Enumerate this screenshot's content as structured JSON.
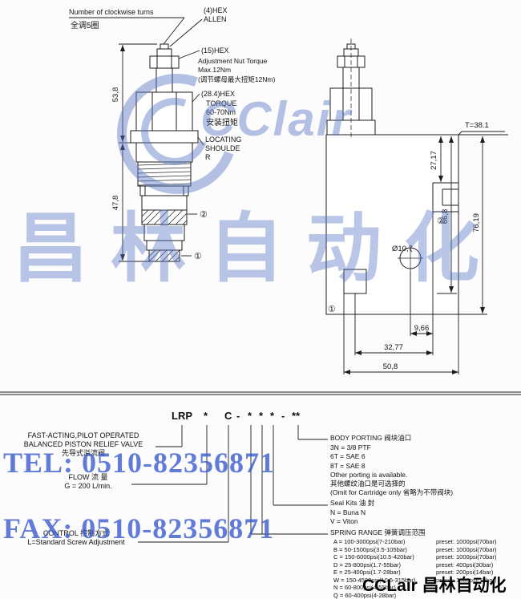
{
  "watermarks": {
    "logo_text": "CClair",
    "logo_cn": "昌林自动化",
    "tel": "TEL: 0510-82356871",
    "fax": "FAX: 0510-82356871"
  },
  "footer_brand": "CCLair 昌林自动化",
  "left_drawing": {
    "turns_en": "Number of clockwise turns",
    "turns_cn": "全调5圈",
    "hex4_line1": "(4)HEX",
    "hex4_line2": "ALLEN",
    "hex15": "(15)HEX",
    "nut_line1": "Adjustment Nut Torque",
    "nut_line2": "Max.12Nm",
    "nut_line3": "(调节螺母最大扭矩12Nm)",
    "hex28": "(28.4)HEX",
    "torque_line1": "TORQUE",
    "torque_line2": "60-70Nm",
    "torque_line3": "安装扭矩",
    "locating_line1": "LOCATING",
    "locating_line2": "SHOULDE",
    "locating_line3": "R",
    "dim_height_upper": "53,8",
    "dim_height_lower": "47,8",
    "port_1": "①",
    "port_2": "②"
  },
  "right_drawing": {
    "dim_thread": "T=38.1",
    "dim_port_depth": "27,17",
    "dim_hole_depth": "66,8",
    "dim_total_height": "76,19",
    "dim_hole": "Ø10,7",
    "dim_offset_small": "9,66",
    "dim_offset_mid": "32,77",
    "dim_width": "50,8",
    "port_1": "①",
    "port_2": "②"
  },
  "ordering": {
    "code_tokens": [
      "LRP",
      "*",
      "C",
      "-",
      "*",
      "*",
      "*",
      "-",
      "**"
    ],
    "product_line1": "FAST-ACTING,PILOT OPERATED",
    "product_line2": "BALANCED PISTON RELIEF VALVE",
    "product_line3": "先导式溢流阀",
    "flow_title": "FLOW 流 量",
    "flow_value": "G = 200 L/min.",
    "control_title": "CONTROL 控制方式",
    "control_value": "L=Standard Screw Adjustment",
    "porting_title": "BODY PORTING 阀块油口",
    "porting_options": [
      "3N = 3/8 PTF",
      "6T = SAE 6",
      "8T = SAE 8",
      "Other porting is available.",
      "其他螺纹油口是可选择的",
      "(Omit for Cartridge only 省略为不带阀块)"
    ],
    "seal_title": "Seal Kits 油 封",
    "seal_options": [
      "N = Buna N",
      "V = Viton"
    ],
    "spring_title": "SPRING RANGE 弹簧调压范围",
    "spring_rows": [
      {
        "code": "A = 100-3000psi(7-210bar)",
        "preset": "preset: 1000psi(70bar)"
      },
      {
        "code": "B = 50-1500psi(3.5-105bar)",
        "preset": "preset: 1000psi(70bar)"
      },
      {
        "code": "C = 150-6000psi(10.5-420bar)",
        "preset": "preset: 1000psi(70bar)"
      },
      {
        "code": "D = 25-800psi(1.7-55bar)",
        "preset": "preset: 400psi(30bar)"
      },
      {
        "code": "E = 25-400psi(1.7-28bar)",
        "preset": "preset: 200psi(14bar)"
      },
      {
        "code": "W = 150-4500psi(10.5-315bar)",
        "preset": "preset: 1000psi(70bar)"
      },
      {
        "code": "N = 60-800psi(4-55bar)",
        "preset": ""
      },
      {
        "code": "Q = 60-400psi(4-28bar)",
        "preset": ""
      }
    ]
  }
}
